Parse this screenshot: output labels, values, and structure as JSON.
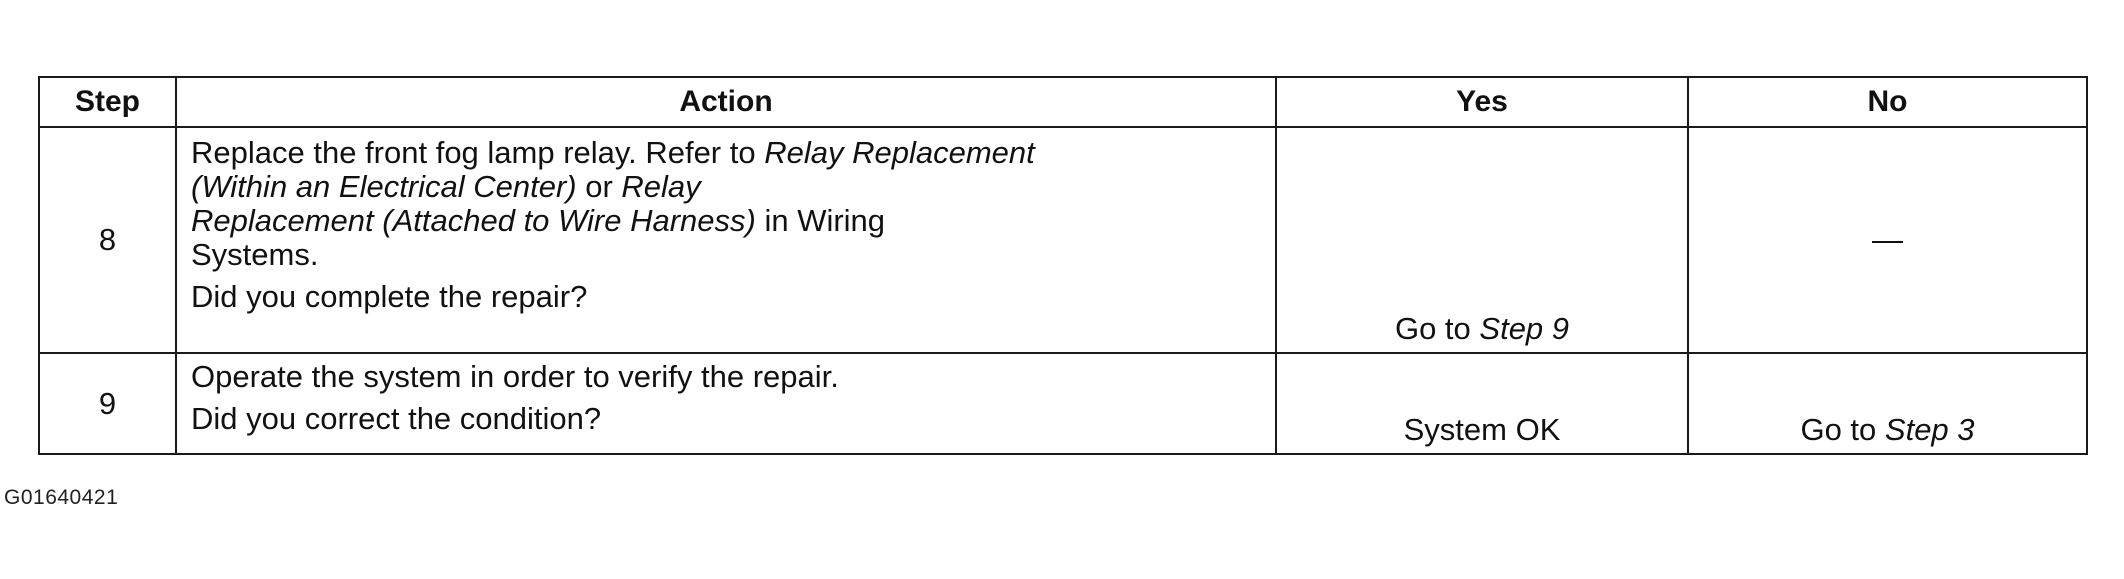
{
  "table": {
    "headers": {
      "step": "Step",
      "action": "Action",
      "yes": "Yes",
      "no": "No"
    },
    "rows": [
      {
        "step": "8",
        "action": {
          "line1_a": "Replace the front fog lamp relay. Refer to ",
          "line1_ref": "Relay Replacement",
          "line2_ref": "(Within an Electrical Center)",
          "line2_b": " or ",
          "line2_ref2": "Relay",
          "line3_ref": "Replacement (Attached to Wire Harness)",
          "line3_b": " in Wiring",
          "line4": "Systems.",
          "question": "Did you complete the repair?"
        },
        "yes": {
          "prefix": "Go to ",
          "ref": "Step 9"
        },
        "no": {
          "text": "—"
        }
      },
      {
        "step": "9",
        "action": {
          "line1": "Operate the system in order to verify the repair.",
          "question": "Did you correct the condition?"
        },
        "yes": {
          "text": "System OK"
        },
        "no": {
          "prefix": "Go to ",
          "ref": "Step 3"
        }
      }
    ]
  },
  "figure_id": "G01640421"
}
